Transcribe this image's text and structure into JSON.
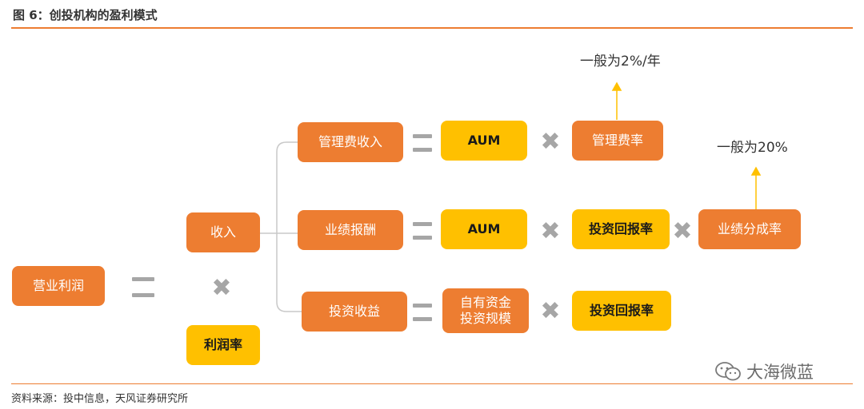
{
  "header": {
    "title": "图 6：创投机构的盈利模式"
  },
  "footer": {
    "source": "资料来源：投中信息，天风证券研究所"
  },
  "watermark": {
    "text": "大海微蓝"
  },
  "diagram": {
    "operating_profit": "营业利润",
    "revenue": "收入",
    "profit_margin": "利润率",
    "management_fee_income": "管理费收入",
    "performance_reward": "业绩报酬",
    "investment_income": "投资收益",
    "aum_1": "AUM",
    "aum_2": "AUM",
    "own_capital_line1": "自有资金",
    "own_capital_line2": "投资规模",
    "management_fee_rate": "管理费率",
    "investment_return_1": "投资回报率",
    "investment_return_2": "投资回报率",
    "performance_share_rate": "业绩分成率",
    "note_fee": "一般为2%/年",
    "note_share": "一般为20%"
  },
  "colors": {
    "orange": "#ED7D31",
    "yellow": "#FFC000",
    "gray": "#A6A6A6"
  }
}
